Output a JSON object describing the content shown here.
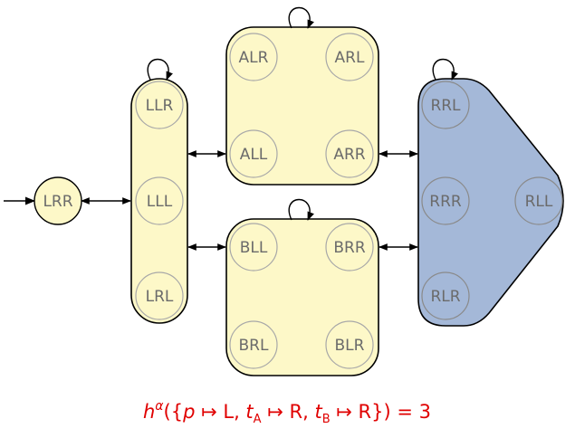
{
  "colors": {
    "group_fill": "#fdf8c8",
    "highlight_fill": "#a4b8d8",
    "stroke": "#000000",
    "circle_stroke": "#a8a8a8",
    "label": "#6b6b6b",
    "formula": "#e00000"
  },
  "nodes": {
    "lrr": "LRR",
    "llr": "LLR",
    "lll": "LLL",
    "lrl": "LRL",
    "alr": "ALR",
    "arl": "ARL",
    "all": "ALL",
    "arr": "ARR",
    "bll": "BLL",
    "brr": "BRR",
    "brl": "BRL",
    "blr": "BLR",
    "rrl": "RRL",
    "rrr": "RRR",
    "rll": "RLL",
    "rlr": "RLR"
  },
  "formula": {
    "h": "h",
    "alpha": "α",
    "open": "({",
    "p": "p",
    "maps1": " ↦ L, ",
    "t": "t",
    "sub_a": "A",
    "maps2": " ↦ R, ",
    "t2": "t",
    "sub_b": "B",
    "maps3": " ↦ R",
    "close": "})",
    "equals": " = 3"
  }
}
